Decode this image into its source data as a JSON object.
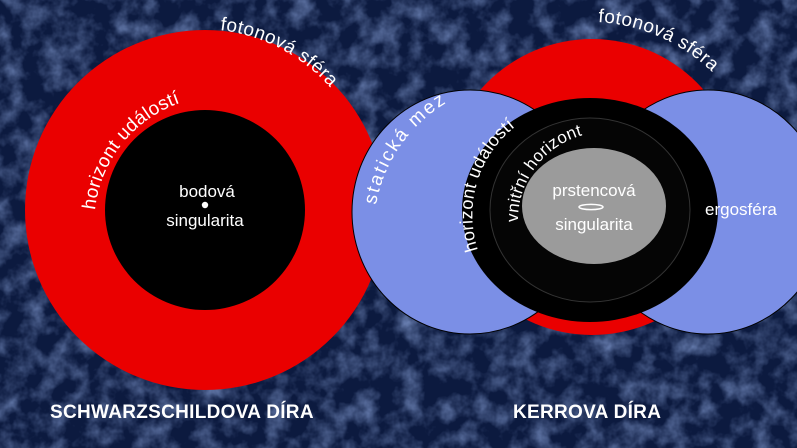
{
  "colors": {
    "background": "#0c1a3f",
    "photon_sphere": "#ea0000",
    "event_horizon": "#000000",
    "ergosphere": "#7b8fe6",
    "ergosphere_overlap": "#6a80df",
    "ring_singularity": "#9b9b9b",
    "text": "#ffffff"
  },
  "schwarzschild": {
    "caption": "SCHWARZSCHILDOVA DÍRA",
    "photon_sphere_label": "fotonová sféra",
    "event_horizon_label": "horizont událostí",
    "singularity_line1": "bodová",
    "singularity_line2": "singularita"
  },
  "kerr": {
    "caption": "KERROVA DÍRA",
    "photon_sphere_label": "fotonová sféra",
    "static_limit_label": "statická mez",
    "event_horizon_label": "horizont událostí",
    "inner_horizon_label": "vnitřní horizont",
    "ergosphere_label": "ergosféra",
    "singularity_line1": "prstencová",
    "singularity_line2": "singularita"
  }
}
